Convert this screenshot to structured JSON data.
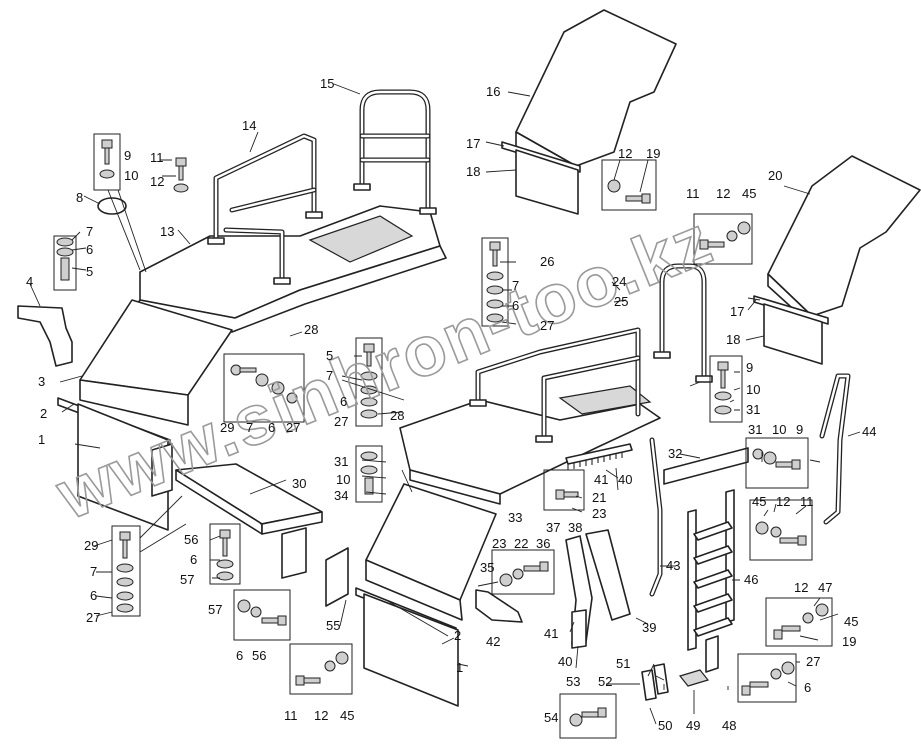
{
  "watermark": "www.sinhron-too.kz",
  "labels": [
    {
      "id": "1a",
      "text": "1"
    },
    {
      "id": "1b",
      "text": "1"
    },
    {
      "id": "2a",
      "text": "2"
    },
    {
      "id": "2b",
      "text": "2"
    },
    {
      "id": "3",
      "text": "3"
    },
    {
      "id": "4",
      "text": "4"
    },
    {
      "id": "5a",
      "text": "5"
    },
    {
      "id": "5b",
      "text": "5"
    },
    {
      "id": "6a",
      "text": "6"
    },
    {
      "id": "6b",
      "text": "6"
    },
    {
      "id": "6c",
      "text": "6"
    },
    {
      "id": "6d",
      "text": "6"
    },
    {
      "id": "6e",
      "text": "6"
    },
    {
      "id": "6f",
      "text": "6"
    },
    {
      "id": "6g",
      "text": "6"
    },
    {
      "id": "6h",
      "text": "6"
    },
    {
      "id": "7a",
      "text": "7"
    },
    {
      "id": "7b",
      "text": "7"
    },
    {
      "id": "7c",
      "text": "7"
    },
    {
      "id": "7d",
      "text": "7"
    },
    {
      "id": "7e",
      "text": "7"
    },
    {
      "id": "8",
      "text": "8"
    },
    {
      "id": "9a",
      "text": "9"
    },
    {
      "id": "9b",
      "text": "9"
    },
    {
      "id": "9c",
      "text": "9"
    },
    {
      "id": "10a",
      "text": "10"
    },
    {
      "id": "10b",
      "text": "10"
    },
    {
      "id": "10c",
      "text": "10"
    },
    {
      "id": "10d",
      "text": "10"
    },
    {
      "id": "11a",
      "text": "11"
    },
    {
      "id": "11b",
      "text": "11"
    },
    {
      "id": "11c",
      "text": "11"
    },
    {
      "id": "11d",
      "text": "11"
    },
    {
      "id": "12a",
      "text": "12"
    },
    {
      "id": "12b",
      "text": "12"
    },
    {
      "id": "12c",
      "text": "12"
    },
    {
      "id": "12d",
      "text": "12"
    },
    {
      "id": "12e",
      "text": "12"
    },
    {
      "id": "12f",
      "text": "12"
    },
    {
      "id": "13",
      "text": "13"
    },
    {
      "id": "14",
      "text": "14"
    },
    {
      "id": "15",
      "text": "15"
    },
    {
      "id": "16",
      "text": "16"
    },
    {
      "id": "17a",
      "text": "17"
    },
    {
      "id": "17b",
      "text": "17"
    },
    {
      "id": "18a",
      "text": "18"
    },
    {
      "id": "18b",
      "text": "18"
    },
    {
      "id": "19a",
      "text": "19"
    },
    {
      "id": "19b",
      "text": "19"
    },
    {
      "id": "20",
      "text": "20"
    },
    {
      "id": "21",
      "text": "21"
    },
    {
      "id": "22",
      "text": "22"
    },
    {
      "id": "23a",
      "text": "23"
    },
    {
      "id": "23b",
      "text": "23"
    },
    {
      "id": "24",
      "text": "24"
    },
    {
      "id": "25",
      "text": "25"
    },
    {
      "id": "26",
      "text": "26"
    },
    {
      "id": "27a",
      "text": "27"
    },
    {
      "id": "27b",
      "text": "27"
    },
    {
      "id": "27c",
      "text": "27"
    },
    {
      "id": "27d",
      "text": "27"
    },
    {
      "id": "27e",
      "text": "27"
    },
    {
      "id": "28a",
      "text": "28"
    },
    {
      "id": "28b",
      "text": "28"
    },
    {
      "id": "29a",
      "text": "29"
    },
    {
      "id": "29b",
      "text": "29"
    },
    {
      "id": "30",
      "text": "30"
    },
    {
      "id": "31a",
      "text": "31"
    },
    {
      "id": "31b",
      "text": "31"
    },
    {
      "id": "31c",
      "text": "31"
    },
    {
      "id": "32",
      "text": "32"
    },
    {
      "id": "33",
      "text": "33"
    },
    {
      "id": "34",
      "text": "34"
    },
    {
      "id": "35",
      "text": "35"
    },
    {
      "id": "36",
      "text": "36"
    },
    {
      "id": "37",
      "text": "37"
    },
    {
      "id": "38",
      "text": "38"
    },
    {
      "id": "39",
      "text": "39"
    },
    {
      "id": "40a",
      "text": "40"
    },
    {
      "id": "40b",
      "text": "40"
    },
    {
      "id": "41a",
      "text": "41"
    },
    {
      "id": "41b",
      "text": "41"
    },
    {
      "id": "42",
      "text": "42"
    },
    {
      "id": "43",
      "text": "43"
    },
    {
      "id": "44",
      "text": "44"
    },
    {
      "id": "45a",
      "text": "45"
    },
    {
      "id": "45b",
      "text": "45"
    },
    {
      "id": "45c",
      "text": "45"
    },
    {
      "id": "45d",
      "text": "45"
    },
    {
      "id": "46",
      "text": "46"
    },
    {
      "id": "47",
      "text": "47"
    },
    {
      "id": "48",
      "text": "48"
    },
    {
      "id": "49",
      "text": "49"
    },
    {
      "id": "50",
      "text": "50"
    },
    {
      "id": "51",
      "text": "51"
    },
    {
      "id": "52",
      "text": "52"
    },
    {
      "id": "53",
      "text": "53"
    },
    {
      "id": "54",
      "text": "54"
    },
    {
      "id": "55",
      "text": "55"
    },
    {
      "id": "56a",
      "text": "56"
    },
    {
      "id": "56b",
      "text": "56"
    },
    {
      "id": "57a",
      "text": "57"
    },
    {
      "id": "57b",
      "text": "57"
    }
  ]
}
